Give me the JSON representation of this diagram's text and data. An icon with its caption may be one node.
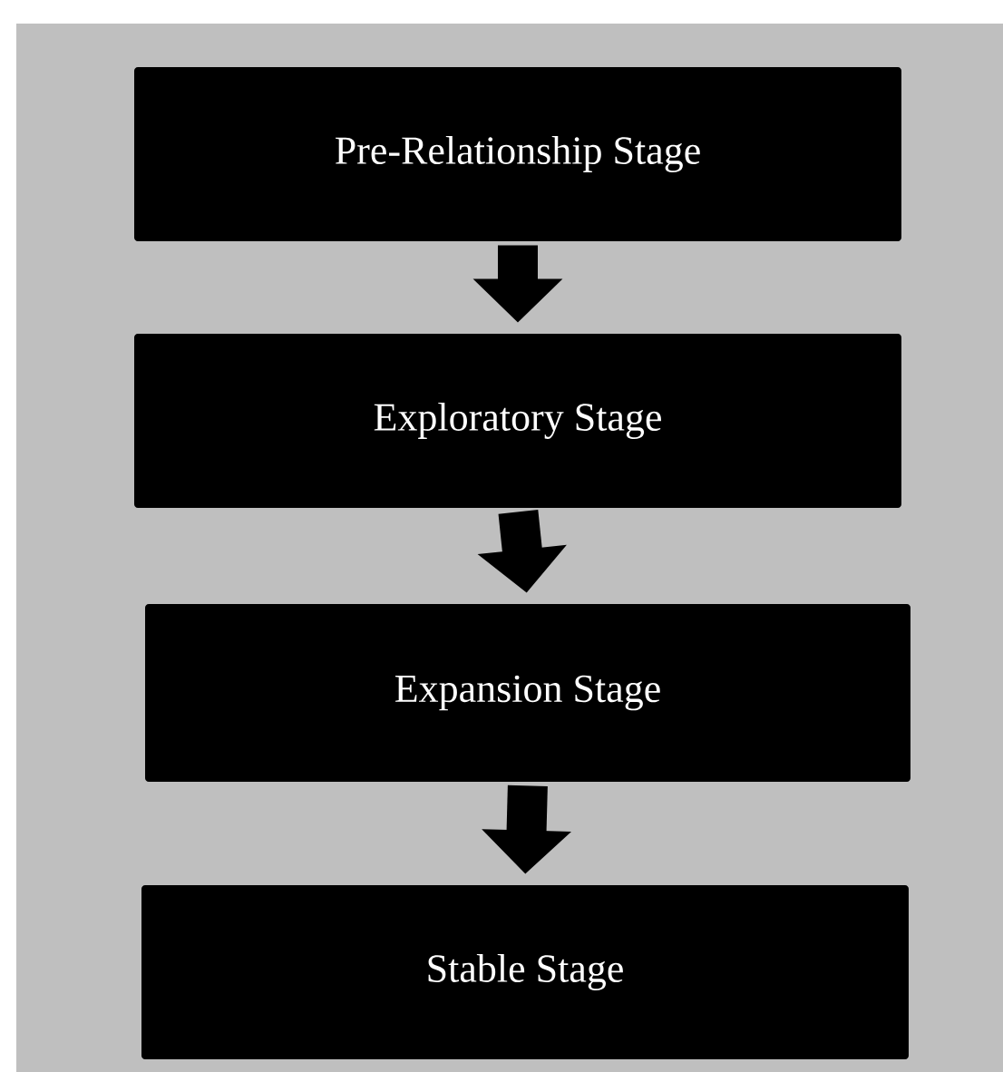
{
  "diagram": {
    "nodes": [
      {
        "text": [
          "Pre-Relationship Stage"
        ]
      },
      {
        "text": [
          "Exploratory Stage"
        ]
      },
      {
        "text": [
          "Expansion Stage"
        ]
      },
      {
        "text": [
          "Stable Stage"
        ]
      }
    ],
    "edges": [
      {
        "from": 0,
        "to": 1,
        "arrow": "to"
      },
      {
        "from": 1,
        "to": 2,
        "arrow": "to"
      },
      {
        "from": 2,
        "to": 3,
        "arrow": "to"
      }
    ]
  }
}
